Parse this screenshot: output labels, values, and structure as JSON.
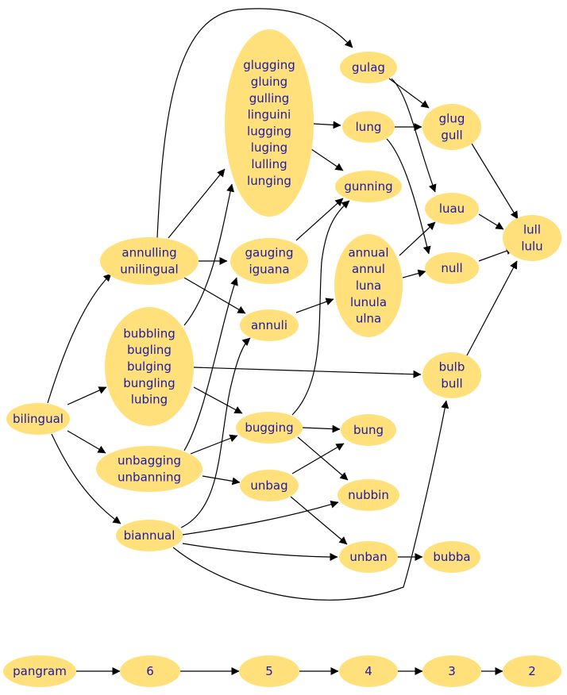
{
  "colors": {
    "node_fill": "#ffe07a",
    "label": "#1a1aa8",
    "edge": "#000000",
    "background": "#ffffff"
  },
  "nodes": [
    {
      "id": "bilingual",
      "lines": [
        "bilingual"
      ]
    },
    {
      "id": "annulling",
      "lines": [
        "annulling",
        "unilingual"
      ]
    },
    {
      "id": "bubbling",
      "lines": [
        "bubbling",
        "bugling",
        "bulging",
        "bungling",
        "lubing"
      ]
    },
    {
      "id": "unbagging",
      "lines": [
        "unbagging",
        "unbanning"
      ]
    },
    {
      "id": "biannual",
      "lines": [
        "biannual"
      ]
    },
    {
      "id": "glugging",
      "lines": [
        "glugging",
        "gluing",
        "gulling",
        "linguini",
        "lugging",
        "luging",
        "lulling",
        "lunging"
      ]
    },
    {
      "id": "gauging",
      "lines": [
        "gauging",
        "iguana"
      ]
    },
    {
      "id": "annuli",
      "lines": [
        "annuli"
      ]
    },
    {
      "id": "bugging",
      "lines": [
        "bugging"
      ]
    },
    {
      "id": "unbag",
      "lines": [
        "unbag"
      ]
    },
    {
      "id": "gulag",
      "lines": [
        "gulag"
      ]
    },
    {
      "id": "lung",
      "lines": [
        "lung"
      ]
    },
    {
      "id": "gunning",
      "lines": [
        "gunning"
      ]
    },
    {
      "id": "annual",
      "lines": [
        "annual",
        "annul",
        "luna",
        "lunula",
        "ulna"
      ]
    },
    {
      "id": "bung",
      "lines": [
        "bung"
      ]
    },
    {
      "id": "nubbin",
      "lines": [
        "nubbin"
      ]
    },
    {
      "id": "unban",
      "lines": [
        "unban"
      ]
    },
    {
      "id": "glug",
      "lines": [
        "glug",
        "gull"
      ]
    },
    {
      "id": "luau",
      "lines": [
        "luau"
      ]
    },
    {
      "id": "null",
      "lines": [
        "null"
      ]
    },
    {
      "id": "bulb",
      "lines": [
        "bulb",
        "bull"
      ]
    },
    {
      "id": "bubba",
      "lines": [
        "bubba"
      ]
    },
    {
      "id": "lull",
      "lines": [
        "lull",
        "lulu"
      ]
    },
    {
      "id": "pangram",
      "lines": [
        "pangram"
      ]
    },
    {
      "id": "n6",
      "lines": [
        "6"
      ]
    },
    {
      "id": "n5",
      "lines": [
        "5"
      ]
    },
    {
      "id": "n4",
      "lines": [
        "4"
      ]
    },
    {
      "id": "n3",
      "lines": [
        "3"
      ]
    },
    {
      "id": "n2",
      "lines": [
        "2"
      ]
    }
  ],
  "edges": [
    {
      "from": "bilingual",
      "to": "annulling"
    },
    {
      "from": "bilingual",
      "to": "bubbling"
    },
    {
      "from": "bilingual",
      "to": "unbagging"
    },
    {
      "from": "bilingual",
      "to": "biannual"
    },
    {
      "from": "annulling",
      "to": "gulag"
    },
    {
      "from": "annulling",
      "to": "glugging"
    },
    {
      "from": "annulling",
      "to": "gauging"
    },
    {
      "from": "annulling",
      "to": "annuli"
    },
    {
      "from": "bubbling",
      "to": "glugging"
    },
    {
      "from": "bubbling",
      "to": "bulb"
    },
    {
      "from": "bubbling",
      "to": "bugging"
    },
    {
      "from": "unbagging",
      "to": "gauging"
    },
    {
      "from": "unbagging",
      "to": "bugging"
    },
    {
      "from": "unbagging",
      "to": "unbag"
    },
    {
      "from": "biannual",
      "to": "annuli"
    },
    {
      "from": "biannual",
      "to": "nubbin"
    },
    {
      "from": "biannual",
      "to": "unban"
    },
    {
      "from": "biannual",
      "to": "bulb"
    },
    {
      "from": "glugging",
      "to": "lung"
    },
    {
      "from": "glugging",
      "to": "gunning"
    },
    {
      "from": "gauging",
      "to": "gunning"
    },
    {
      "from": "annuli",
      "to": "annual"
    },
    {
      "from": "bugging",
      "to": "gunning"
    },
    {
      "from": "bugging",
      "to": "bung"
    },
    {
      "from": "bugging",
      "to": "nubbin"
    },
    {
      "from": "unbag",
      "to": "bung"
    },
    {
      "from": "unbag",
      "to": "unban"
    },
    {
      "from": "gulag",
      "to": "glug"
    },
    {
      "from": "gulag",
      "to": "luau"
    },
    {
      "from": "lung",
      "to": "glug"
    },
    {
      "from": "lung",
      "to": "null"
    },
    {
      "from": "annual",
      "to": "luau"
    },
    {
      "from": "annual",
      "to": "null"
    },
    {
      "from": "glug",
      "to": "lull"
    },
    {
      "from": "luau",
      "to": "lull"
    },
    {
      "from": "null",
      "to": "lull"
    },
    {
      "from": "bulb",
      "to": "lull"
    },
    {
      "from": "unban",
      "to": "bubba"
    },
    {
      "from": "pangram",
      "to": "n6"
    },
    {
      "from": "n6",
      "to": "n5"
    },
    {
      "from": "n5",
      "to": "n4"
    },
    {
      "from": "n4",
      "to": "n3"
    },
    {
      "from": "n3",
      "to": "n2"
    }
  ]
}
